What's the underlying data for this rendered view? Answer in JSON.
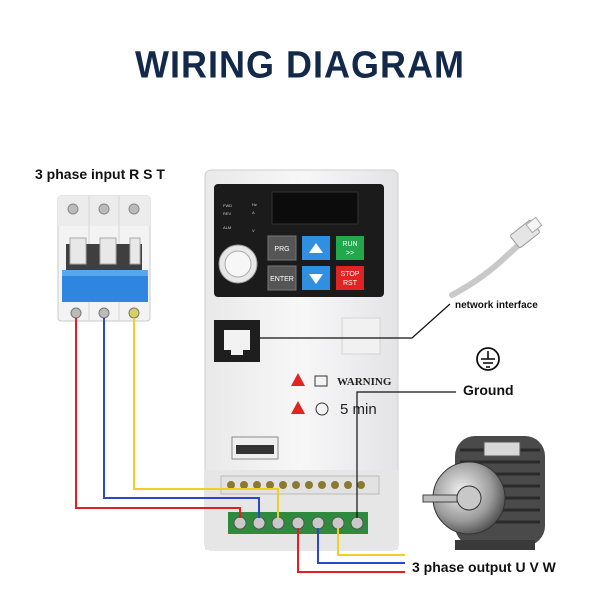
{
  "title": "WIRING DIAGRAM",
  "labels": {
    "input": "3 phase input R S T",
    "network": "network interface",
    "ground": "Ground",
    "output": "3 phase output U V W"
  },
  "panel": {
    "prg": "PRG",
    "enter": "ENTER",
    "run": "RUN",
    "run_sub": ">>",
    "stop": "STOP",
    "stop_sub": "RST",
    "indicators": [
      "FWD",
      "REV",
      "ALM",
      "Hz",
      "A",
      "V"
    ]
  },
  "warning": {
    "text": "WARNING",
    "time": "5 min"
  },
  "colors": {
    "title": "#13294b",
    "wire_red": "#e02020",
    "wire_blue": "#2a48c8",
    "wire_yellow": "#f0d020",
    "breaker_blue": "#2f86e0",
    "key_blue": "#2f8fe0",
    "key_green": "#22a84a",
    "key_red": "#e02323",
    "terminal_green": "#2e8b3d"
  }
}
